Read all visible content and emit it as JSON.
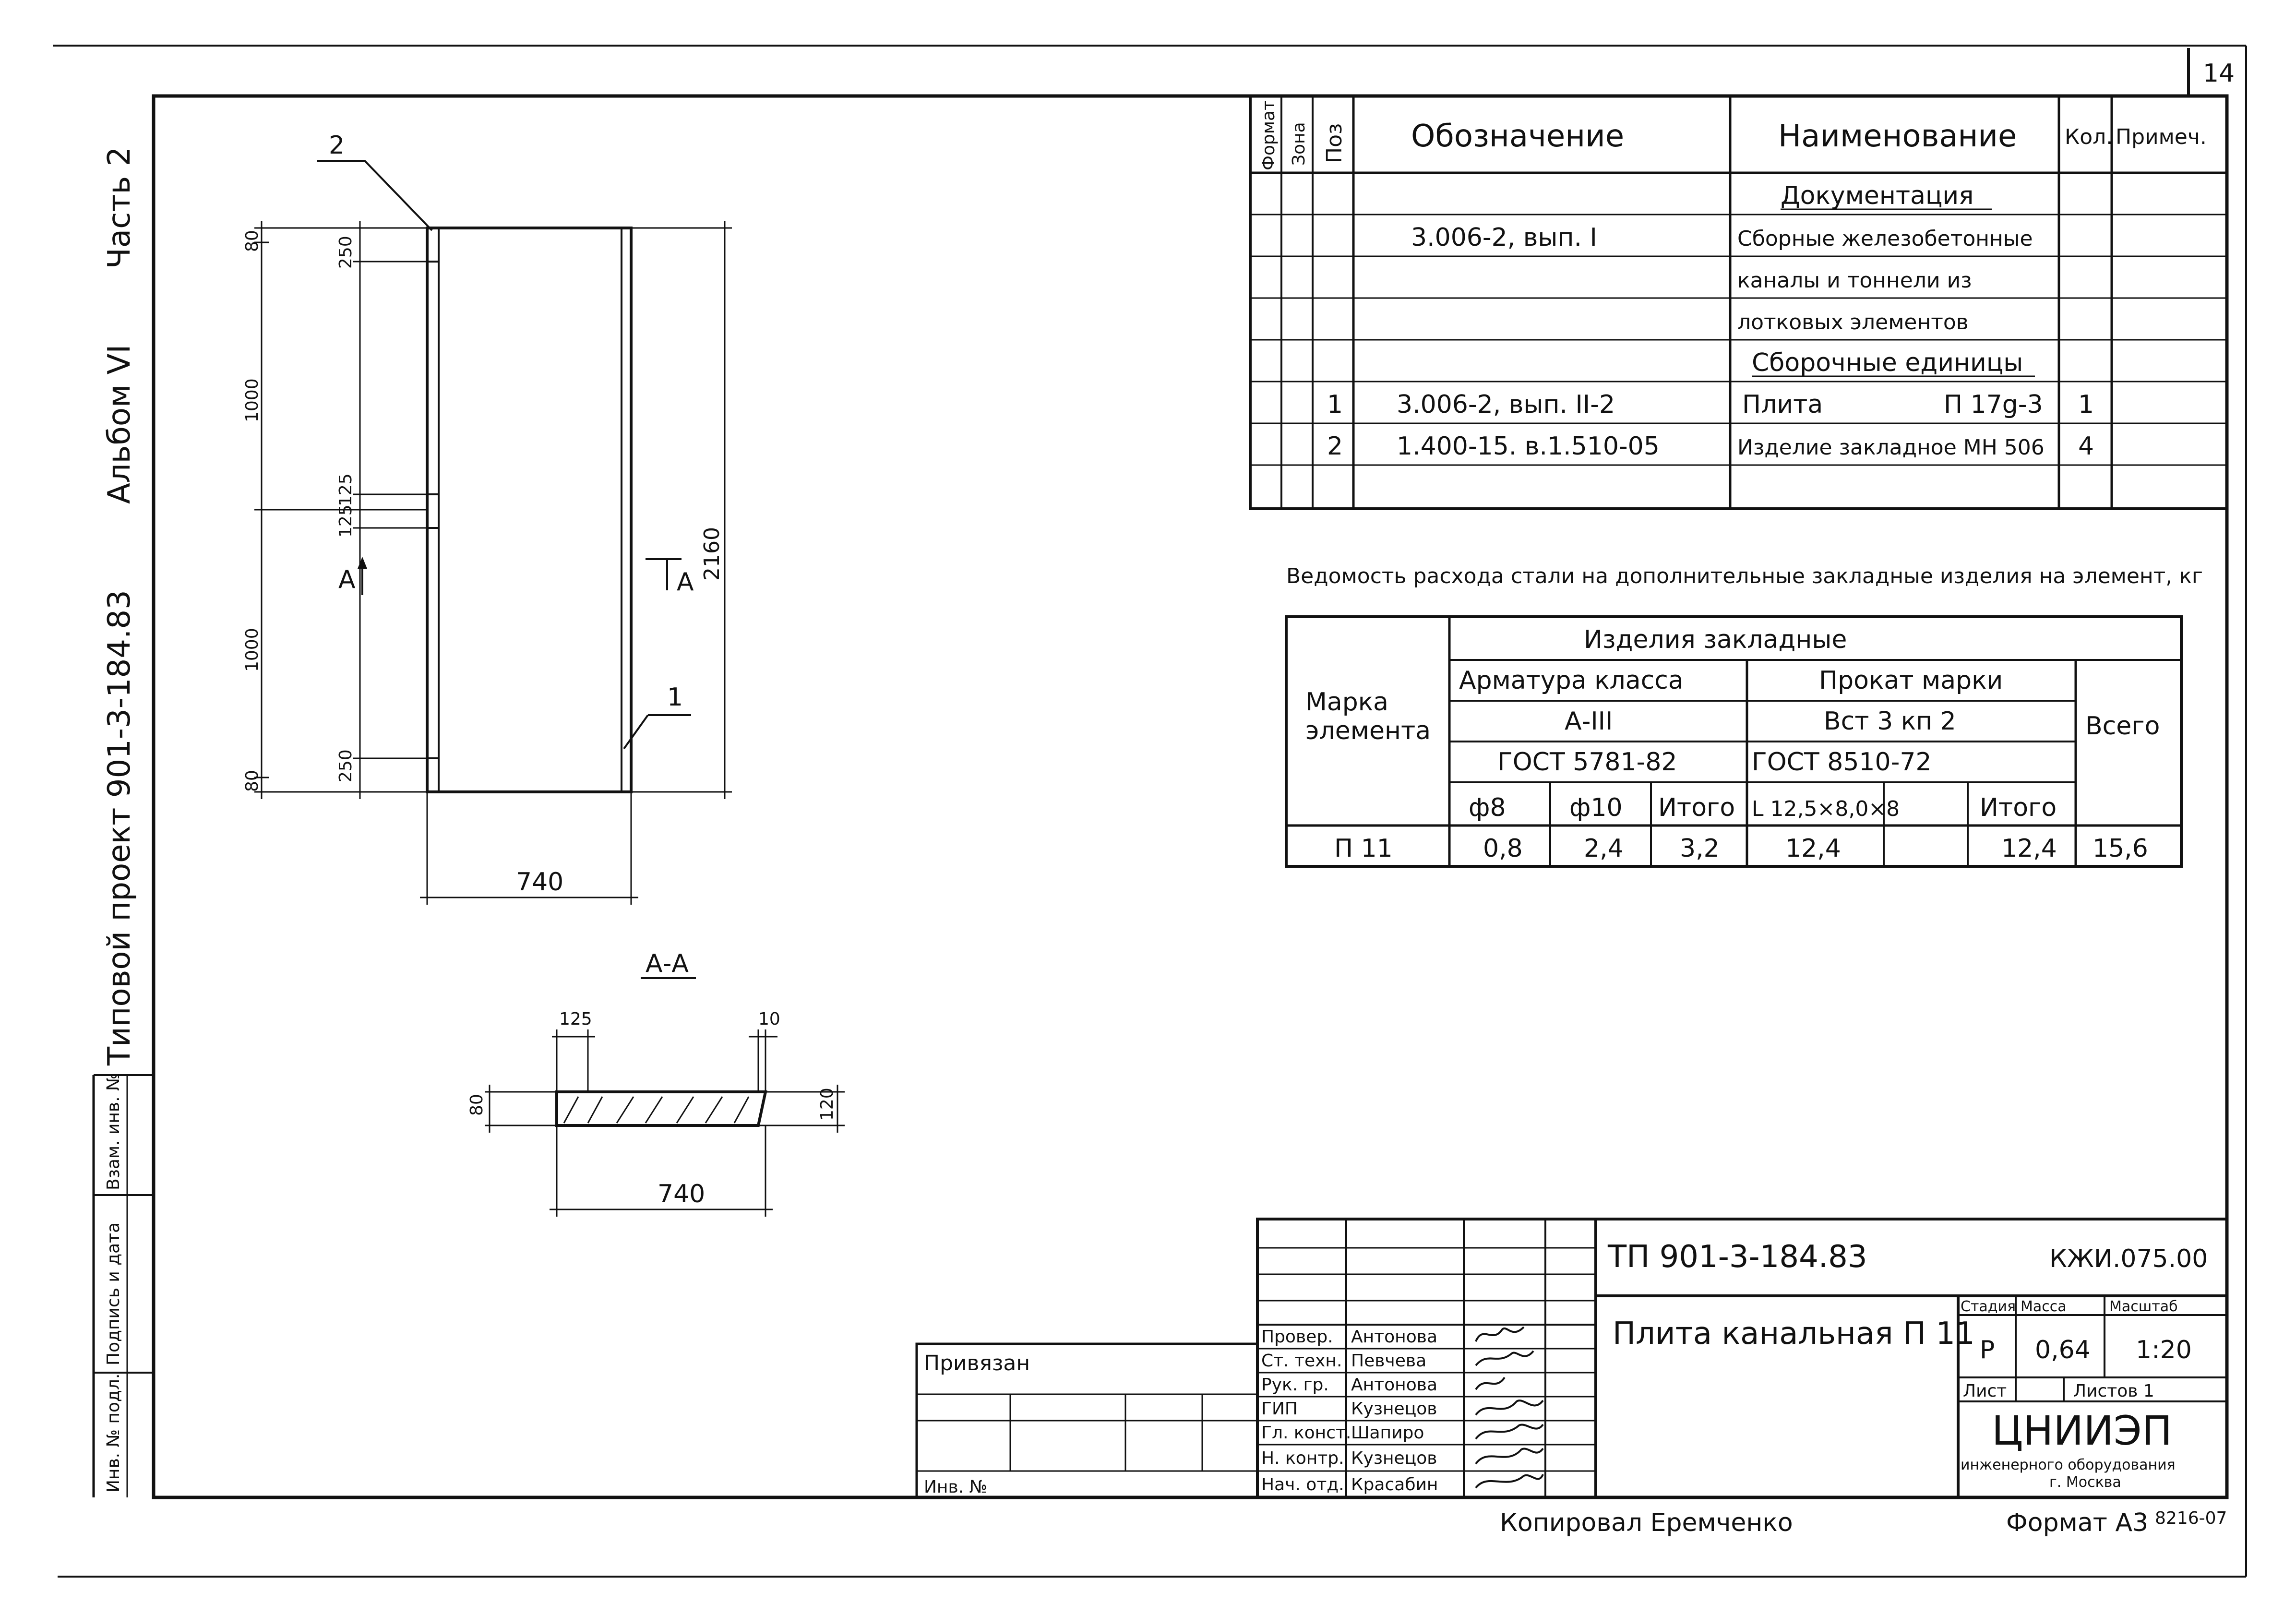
{
  "sheet_number": "14",
  "side_labels": {
    "typical_project": "Типовой проект 901-3-184.83",
    "album": "Альбом VI",
    "part": "Часть 2",
    "stamp_cols": [
      "Инв. № подл.",
      "Подпись и дата",
      "Взам. инв. №"
    ]
  },
  "spec_table": {
    "headers": {
      "format": "Формат",
      "zone": "Зона",
      "pos": "Поз",
      "designation": "Обозначение",
      "name": "Наименование",
      "qty": "Кол.",
      "note": "Примеч."
    },
    "rows": [
      {
        "pos": "",
        "designation": "",
        "name": "Документация",
        "qty": "",
        "note": "",
        "underline": true
      },
      {
        "pos": "",
        "designation": "3.006-2, вып. I",
        "name": "Сборные железобетонные",
        "qty": "",
        "note": ""
      },
      {
        "pos": "",
        "designation": "",
        "name": "каналы и тоннели из",
        "qty": "",
        "note": ""
      },
      {
        "pos": "",
        "designation": "",
        "name": "лотковых элементов",
        "qty": "",
        "note": ""
      },
      {
        "pos": "",
        "designation": "",
        "name": "Сборочные единицы",
        "qty": "",
        "note": "",
        "underline": true
      },
      {
        "pos": "1",
        "designation": "3.006-2, вып. II-2",
        "name": "Плита",
        "name2": "П 17g-3",
        "qty": "1",
        "note": ""
      },
      {
        "pos": "2",
        "designation": "1.400-15. в.1.510-05",
        "name": "Изделие закладное МН 506",
        "qty": "4",
        "note": ""
      },
      {
        "pos": "",
        "designation": "",
        "name": "",
        "qty": "",
        "note": ""
      }
    ]
  },
  "steel_table": {
    "title": "Ведомость расхода стали на дополнительные закладные изделия на элемент, кг",
    "group": "Изделия закладные",
    "mark_header": "Марка элемента",
    "rebar_class": "Арматура класса",
    "rebar_grade": "А-III",
    "rebar_gost": "ГОСТ 5781-82",
    "rolled": "Прокат марки",
    "rolled_grade": "Вст 3 кп 2",
    "rolled_gost": "ГОСТ 8510-72",
    "total_header": "Всего",
    "sub_headers": [
      "ф8",
      "ф10",
      "Итого",
      "L 12,5×8,0×8",
      "",
      "Итого"
    ],
    "rows": [
      {
        "mark": "П 11",
        "d8": "0,8",
        "d10": "2,4",
        "sum1": "3,2",
        "angle": "12,4",
        "blank": "",
        "sum2": "12,4",
        "total": "15,6"
      }
    ]
  },
  "drawing": {
    "callout_1": "1",
    "callout_2": "2",
    "dims_left": [
      "80",
      "250",
      "1000",
      "125",
      "125",
      "1000",
      "250",
      "80"
    ],
    "dim_height": "2160",
    "dim_width": "740",
    "section_mark": "А",
    "section_title": "А-А",
    "section_dims": {
      "left": "125",
      "right": "10",
      "thick_left": "80",
      "thick_right": "120",
      "width": "740"
    }
  },
  "title_block": {
    "code": "ТП 901-3-184.83",
    "doc_code": "КЖИ.075.00",
    "title": "Плита канальная П 11",
    "stage_label": "Стадия",
    "mass_label": "Масса",
    "scale_label": "Масштаб",
    "stage": "Р",
    "mass": "0,64",
    "scale": "1:20",
    "sheet_label": "Лист",
    "sheets_label": "Листов 1",
    "org": "ЦНИИЭП",
    "org_sub1": "инженерного оборудования",
    "org_sub2": "г. Москва",
    "attached": "Привязан",
    "inv_no": "Инв. №",
    "roles": [
      {
        "role": "Провер.",
        "name": "Антонова"
      },
      {
        "role": "Ст. техн.",
        "name": "Певчева"
      },
      {
        "role": "Рук. гр.",
        "name": "Антонова"
      },
      {
        "role": "ГИП",
        "name": "Кузнецов"
      },
      {
        "role": "Гл. конст.",
        "name": "Шапиро"
      },
      {
        "role": "Н. контр.",
        "name": "Кузнецов"
      },
      {
        "role": "Нач. отд.",
        "name": "Красабин"
      }
    ]
  },
  "footer": {
    "copied": "Копировал Еремченко",
    "format": "Формат А3",
    "stamp_no": "8216-07"
  }
}
